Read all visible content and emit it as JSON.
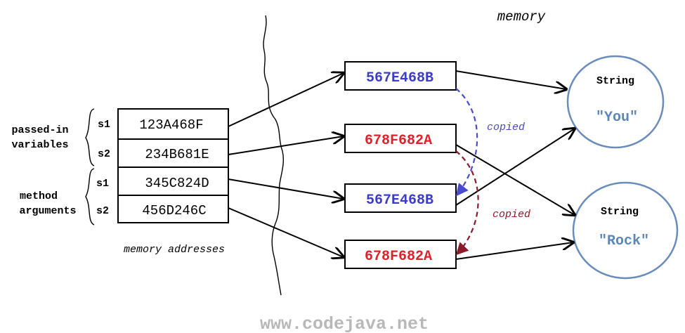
{
  "header": {
    "memory_label": "memory"
  },
  "left_labels": {
    "passed_in_line1": "passed-in",
    "passed_in_line2": "variables",
    "method_line1": "method",
    "method_line2": "arguments"
  },
  "address_table": {
    "rows": [
      {
        "var": "s1",
        "address": "123A468F"
      },
      {
        "var": "s2",
        "address": "234B681E"
      },
      {
        "var": "s1",
        "address": "345C824D"
      },
      {
        "var": "s2",
        "address": "456D246C"
      }
    ],
    "caption": "memory addresses"
  },
  "references": [
    {
      "value": "567E468B",
      "color": "#3c3cc8"
    },
    {
      "value": "678F682A",
      "color": "#e0202a"
    },
    {
      "value": "567E468B",
      "color": "#3c3cc8"
    },
    {
      "value": "678F682A",
      "color": "#e0202a"
    }
  ],
  "copied_labels": [
    {
      "text": "copied",
      "color": "#4a4ab8"
    },
    {
      "text": "copied",
      "color": "#8b1a2a"
    }
  ],
  "objects": [
    {
      "type": "String",
      "value": "\"You\"",
      "value_color": "#5b86b8",
      "border_color": "#6a8cba"
    },
    {
      "type": "String",
      "value": "\"Rock\"",
      "value_color": "#5b86b8",
      "border_color": "#6a8cba"
    }
  ],
  "watermark": "www.codejava.net"
}
